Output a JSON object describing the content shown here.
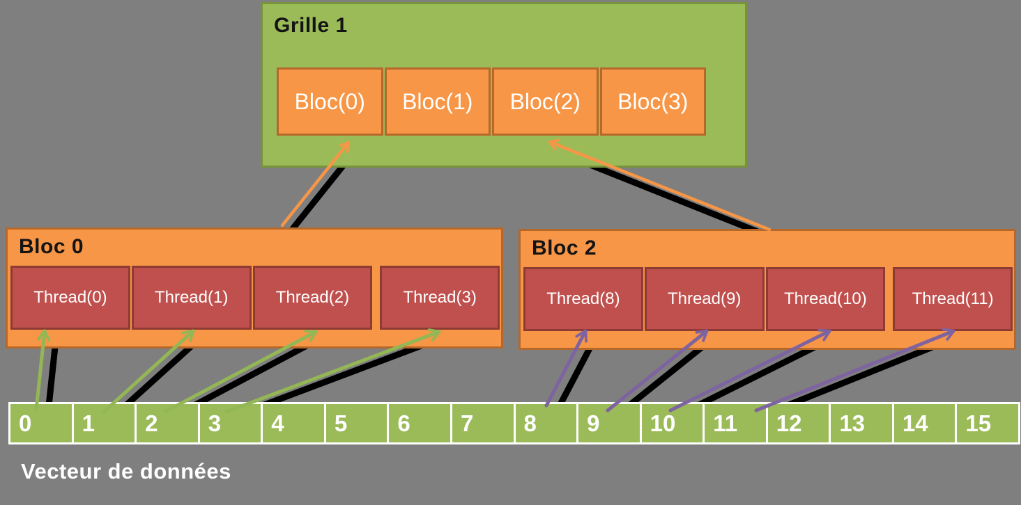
{
  "background": "#7F7F7F",
  "grid": {
    "title": "Grille 1",
    "blocks": [
      "Bloc(0)",
      "Bloc(1)",
      "Bloc(2)",
      "Bloc(3)"
    ]
  },
  "bloc0": {
    "title": "Bloc 0",
    "threads": [
      "Thread(0)",
      "Thread(1)",
      "Thread(2)",
      "Thread(3)"
    ]
  },
  "bloc2": {
    "title": "Bloc 2",
    "threads": [
      "Thread(8)",
      "Thread(9)",
      "Thread(10)",
      "Thread(11)"
    ]
  },
  "vector": {
    "caption": "Vecteur de données",
    "cells": [
      "0",
      "1",
      "2",
      "3",
      "4",
      "5",
      "6",
      "7",
      "8",
      "9",
      "10",
      "11",
      "12",
      "13",
      "14",
      "15"
    ]
  },
  "colors": {
    "background_gray": "#7F7F7F",
    "green_fill": "#9BBB59",
    "green_border": "#77933C",
    "orange_fill": "#F79646",
    "orange_border": "#B5682A",
    "red_fill": "#C0504D",
    "red_border": "#8E3B33",
    "vector_border": "#FFFFFF",
    "arrow_green": "#94B755",
    "arrow_purple": "#7E63A1",
    "arrow_orange": "#F79646",
    "shadow": "#000000"
  },
  "connections": [
    {
      "id": "g1",
      "from": "vector-cell-0",
      "to": "thread-0",
      "color": "green"
    },
    {
      "id": "g2",
      "from": "vector-cell-1",
      "to": "thread-1",
      "color": "green"
    },
    {
      "id": "g3",
      "from": "vector-cell-2",
      "to": "thread-2",
      "color": "green"
    },
    {
      "id": "g4",
      "from": "vector-cell-3",
      "to": "thread-3",
      "color": "green"
    },
    {
      "id": "p1",
      "from": "vector-cell-8",
      "to": "thread-8",
      "color": "purple"
    },
    {
      "id": "p2",
      "from": "vector-cell-9",
      "to": "thread-9",
      "color": "purple"
    },
    {
      "id": "p3",
      "from": "vector-cell-10",
      "to": "thread-10",
      "color": "purple"
    },
    {
      "id": "p4",
      "from": "vector-cell-11",
      "to": "thread-11",
      "color": "purple"
    },
    {
      "id": "o1",
      "from": "bloc-0",
      "to": "grid-block-0",
      "color": "orange"
    },
    {
      "id": "o2",
      "from": "bloc-2",
      "to": "grid-block-2",
      "color": "orange"
    }
  ]
}
